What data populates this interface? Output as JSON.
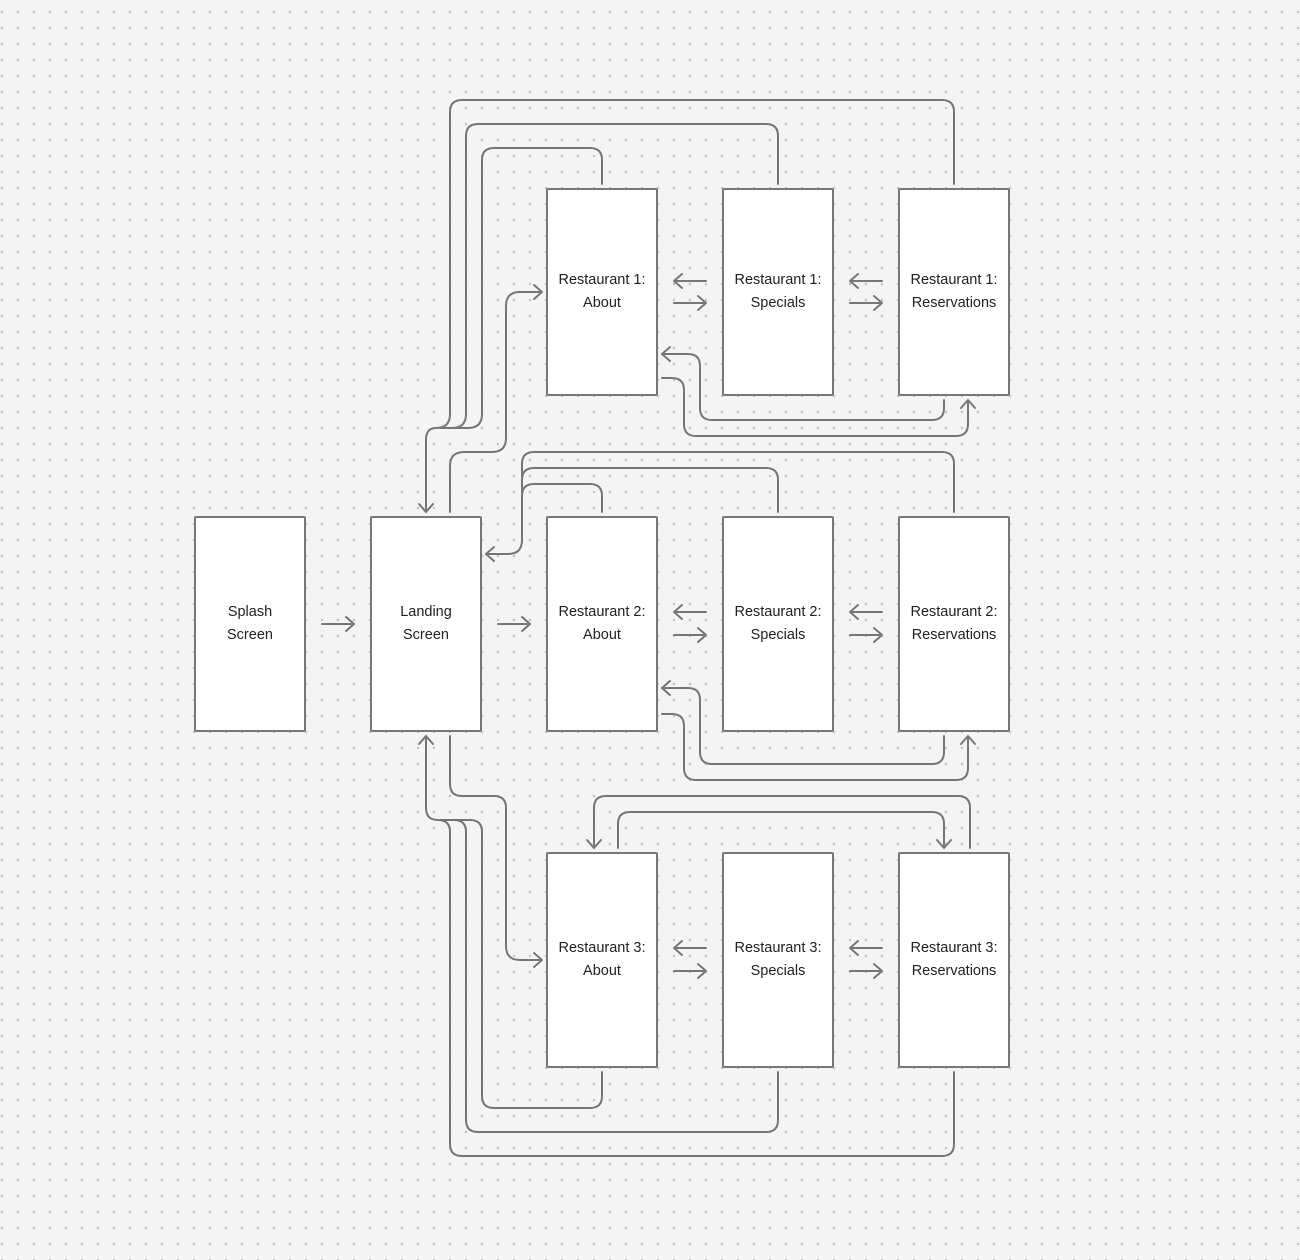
{
  "diagram": {
    "type": "user-flow",
    "nodes": [
      {
        "id": "splash",
        "line1": "Splash",
        "line2": "Screen"
      },
      {
        "id": "landing",
        "line1": "Landing",
        "line2": "Screen"
      },
      {
        "id": "r1-about",
        "line1": "Restaurant 1:",
        "line2": "About"
      },
      {
        "id": "r1-specials",
        "line1": "Restaurant 1:",
        "line2": "Specials"
      },
      {
        "id": "r1-reservations",
        "line1": "Restaurant 1:",
        "line2": "Reservations"
      },
      {
        "id": "r2-about",
        "line1": "Restaurant 2:",
        "line2": "About"
      },
      {
        "id": "r2-specials",
        "line1": "Restaurant 2:",
        "line2": "Specials"
      },
      {
        "id": "r2-reservations",
        "line1": "Restaurant 2:",
        "line2": "Reservations"
      },
      {
        "id": "r3-about",
        "line1": "Restaurant 3:",
        "line2": "About"
      },
      {
        "id": "r3-specials",
        "line1": "Restaurant 3:",
        "line2": "Specials"
      },
      {
        "id": "r3-reservations",
        "line1": "Restaurant 3:",
        "line2": "Reservations"
      }
    ],
    "edges": [
      {
        "from": "splash",
        "to": "landing"
      },
      {
        "from": "landing",
        "to": "r1-about"
      },
      {
        "from": "landing",
        "to": "r2-about"
      },
      {
        "from": "landing",
        "to": "r3-about"
      },
      {
        "from": "r1-about",
        "to": "r1-specials"
      },
      {
        "from": "r1-specials",
        "to": "r1-about"
      },
      {
        "from": "r1-specials",
        "to": "r1-reservations"
      },
      {
        "from": "r1-reservations",
        "to": "r1-specials"
      },
      {
        "from": "r1-about",
        "to": "r1-reservations"
      },
      {
        "from": "r1-reservations",
        "to": "r1-about"
      },
      {
        "from": "r1-about",
        "to": "landing"
      },
      {
        "from": "r1-specials",
        "to": "landing"
      },
      {
        "from": "r1-reservations",
        "to": "landing"
      },
      {
        "from": "r2-about",
        "to": "r2-specials"
      },
      {
        "from": "r2-specials",
        "to": "r2-about"
      },
      {
        "from": "r2-specials",
        "to": "r2-reservations"
      },
      {
        "from": "r2-reservations",
        "to": "r2-specials"
      },
      {
        "from": "r2-about",
        "to": "r2-reservations"
      },
      {
        "from": "r2-reservations",
        "to": "r2-about"
      },
      {
        "from": "r2-about",
        "to": "landing"
      },
      {
        "from": "r2-specials",
        "to": "landing"
      },
      {
        "from": "r2-reservations",
        "to": "landing"
      },
      {
        "from": "r3-about",
        "to": "r3-specials"
      },
      {
        "from": "r3-specials",
        "to": "r3-about"
      },
      {
        "from": "r3-specials",
        "to": "r3-reservations"
      },
      {
        "from": "r3-reservations",
        "to": "r3-specials"
      },
      {
        "from": "r3-about",
        "to": "r3-reservations"
      },
      {
        "from": "r3-reservations",
        "to": "r3-about"
      },
      {
        "from": "r3-about",
        "to": "landing"
      },
      {
        "from": "r3-specials",
        "to": "landing"
      },
      {
        "from": "r3-reservations",
        "to": "landing"
      }
    ]
  },
  "colors": {
    "background": "#f4f4f4",
    "dot": "#c4c4c4",
    "stroke": "#767676",
    "node_fill": "#ffffff",
    "text": "#222222"
  }
}
